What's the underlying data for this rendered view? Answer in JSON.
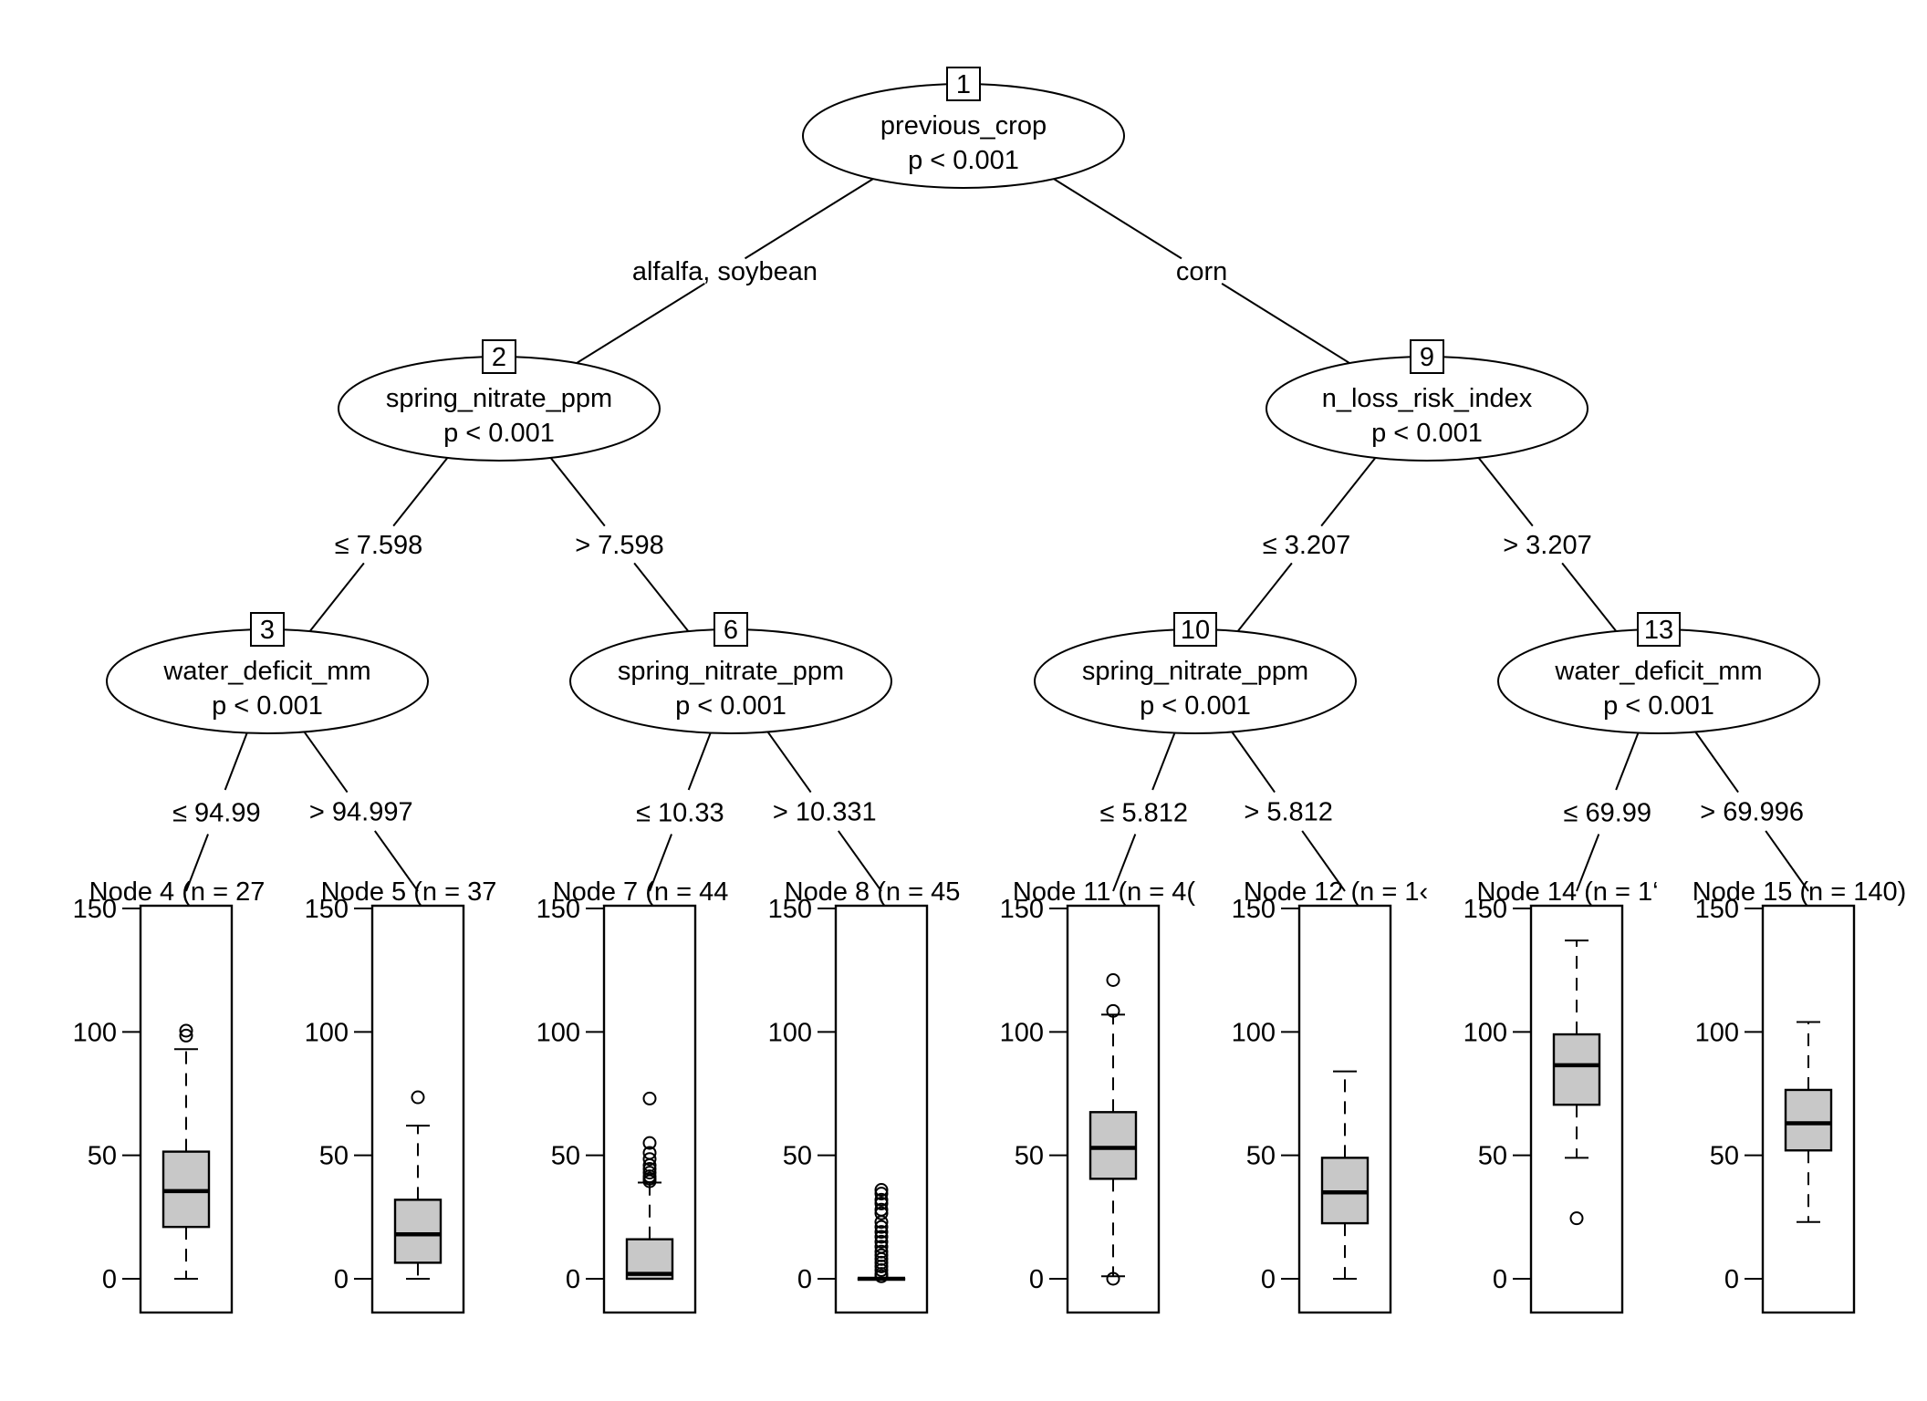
{
  "chart_data": {
    "type": "tree-boxplot",
    "title": "",
    "ylim": [
      0,
      150
    ],
    "yticks": [
      "0",
      "50",
      "100",
      "150"
    ],
    "inner_nodes": [
      {
        "id": 1,
        "id_label": "1",
        "variable": "previous_crop",
        "p_label": "p < 0.001"
      },
      {
        "id": 2,
        "id_label": "2",
        "variable": "spring_nitrate_ppm",
        "p_label": "p < 0.001"
      },
      {
        "id": 3,
        "id_label": "3",
        "variable": "water_deficit_mm",
        "p_label": "p < 0.001"
      },
      {
        "id": 6,
        "id_label": "6",
        "variable": "spring_nitrate_ppm",
        "p_label": "p < 0.001"
      },
      {
        "id": 9,
        "id_label": "9",
        "variable": "n_loss_risk_index",
        "p_label": "p < 0.001"
      },
      {
        "id": 10,
        "id_label": "10",
        "variable": "spring_nitrate_ppm",
        "p_label": "p < 0.001"
      },
      {
        "id": 13,
        "id_label": "13",
        "variable": "water_deficit_mm",
        "p_label": "p < 0.001"
      }
    ],
    "edges": [
      {
        "from": 1,
        "to": 2,
        "label": "alfalfa, soybean"
      },
      {
        "from": 1,
        "to": 9,
        "label": "corn"
      },
      {
        "from": 2,
        "to": 3,
        "label": "≤ 7.598"
      },
      {
        "from": 2,
        "to": 6,
        "label": "> 7.598"
      },
      {
        "from": 3,
        "to": 4,
        "label": "≤ 94.99"
      },
      {
        "from": 3,
        "to": 5,
        "label": "> 94.997"
      },
      {
        "from": 6,
        "to": 7,
        "label": "≤ 10.33"
      },
      {
        "from": 6,
        "to": 8,
        "label": "> 10.331"
      },
      {
        "from": 9,
        "to": 10,
        "label": "≤ 3.207"
      },
      {
        "from": 9,
        "to": 13,
        "label": "> 3.207"
      },
      {
        "from": 10,
        "to": 11,
        "label": "≤ 5.812"
      },
      {
        "from": 10,
        "to": 12,
        "label": "> 5.812"
      },
      {
        "from": 13,
        "to": 14,
        "label": "≤ 69.99"
      },
      {
        "from": 13,
        "to": 15,
        "label": "> 69.996"
      }
    ],
    "terminal_nodes": [
      {
        "id": 4,
        "title": "Node 4 (n = 27",
        "whisker_low": 0,
        "q1": 21,
        "median": 35.5,
        "q3": 51.5,
        "whisker_high": 93,
        "outliers": [
          98.5,
          100.5
        ]
      },
      {
        "id": 5,
        "title": "Node 5 (n = 37",
        "whisker_low": 0,
        "q1": 6.5,
        "median": 18,
        "q3": 32,
        "whisker_high": 62,
        "outliers": [
          73.5
        ]
      },
      {
        "id": 7,
        "title": "Node 7 (n = 44",
        "whisker_low": 0,
        "q1": 0,
        "median": 2,
        "q3": 16,
        "whisker_high": 39,
        "outliers": [
          39.5,
          40.5,
          41.5,
          43,
          44.5,
          46,
          48.5,
          51,
          55,
          73
        ]
      },
      {
        "id": 8,
        "title": "Node 8 (n = 45",
        "whisker_low": 0,
        "q1": 0,
        "median": 0,
        "q3": 0,
        "whisker_high": 0,
        "outliers": [
          1,
          2,
          3.5,
          5,
          6.5,
          8,
          9.5,
          11,
          13,
          15,
          17,
          19,
          21,
          23,
          26.5,
          28,
          30.5,
          32,
          34.5,
          36
        ]
      },
      {
        "id": 11,
        "title": "Node 11 (n = 4(",
        "whisker_low": 1,
        "q1": 40.5,
        "median": 53,
        "q3": 67.5,
        "whisker_high": 107,
        "outliers": [
          0,
          108.5,
          121
        ]
      },
      {
        "id": 12,
        "title": "Node 12 (n = 1‹",
        "whisker_low": 0,
        "q1": 22.5,
        "median": 35,
        "q3": 49,
        "whisker_high": 84,
        "outliers": []
      },
      {
        "id": 14,
        "title": "Node 14 (n = 1‘",
        "whisker_low": 49,
        "q1": 70.5,
        "median": 86.5,
        "q3": 99,
        "whisker_high": 137,
        "outliers": [
          24.5
        ]
      },
      {
        "id": 15,
        "title": "Node 15 (n = 140)",
        "whisker_low": 23,
        "q1": 52,
        "median": 63,
        "q3": 76.5,
        "whisker_high": 104,
        "outliers": []
      }
    ]
  }
}
